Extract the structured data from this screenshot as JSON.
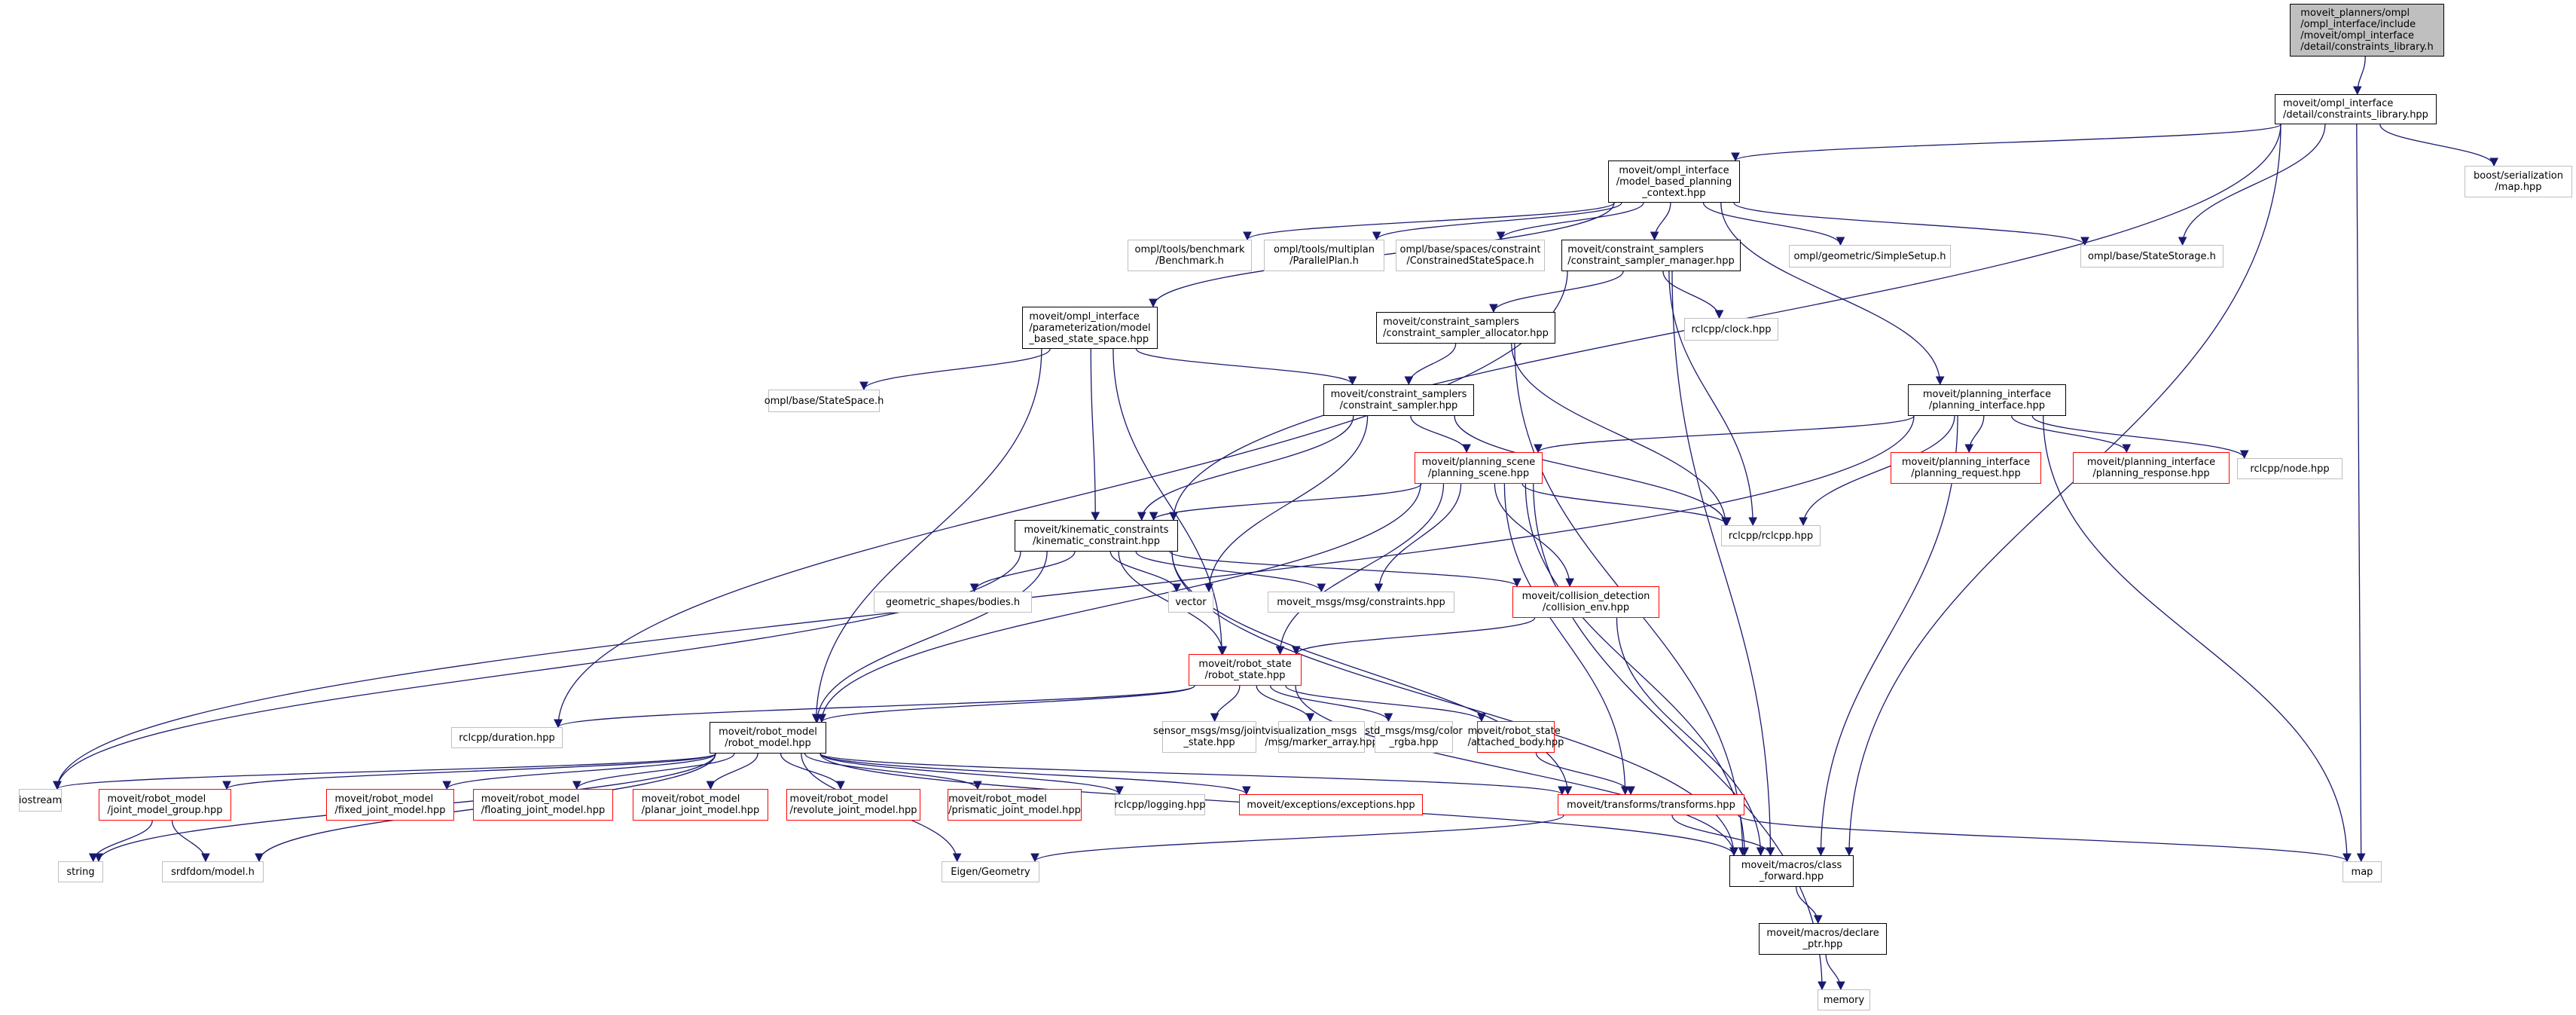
{
  "graph": {
    "title": "Include dependency graph for constraints_library.h",
    "legend_colors": {
      "root_fill": "#bfbfbf",
      "internal_border": "#000000",
      "partial_border": "#ff0000",
      "external_border": "#bfbfbf",
      "edge": "#191970"
    },
    "nodes": [
      {
        "id": "root",
        "kind": "root",
        "label": "moveit_planners/ompl\n/ompl_interface/include\n/moveit/ompl_interface\n/detail/constraints_library.h"
      },
      {
        "id": "constraints_library",
        "kind": "internal",
        "label": "moveit/ompl_interface\n/detail/constraints_library.hpp"
      },
      {
        "id": "boost_map",
        "kind": "external",
        "label": "boost/serialization\n/map.hpp",
        "center": true
      },
      {
        "id": "mbpc",
        "kind": "internal",
        "label": "moveit/ompl_interface\n/model_based_planning\n_context.hpp",
        "center": true
      },
      {
        "id": "benchmark",
        "kind": "external",
        "label": "ompl/tools/benchmark\n/Benchmark.h",
        "center": true
      },
      {
        "id": "parallelplan",
        "kind": "external",
        "label": "ompl/tools/multiplan\n/ParallelPlan.h",
        "center": true
      },
      {
        "id": "constrained_ss",
        "kind": "external",
        "label": "ompl/base/spaces/constraint\n/ConstrainedStateSpace.h",
        "center": true
      },
      {
        "id": "cs_manager",
        "kind": "internal",
        "label": "moveit/constraint_samplers\n/constraint_sampler_manager.hpp"
      },
      {
        "id": "simplesetup",
        "kind": "external",
        "label": "ompl/geometric/SimpleSetup.h"
      },
      {
        "id": "statestorage",
        "kind": "external",
        "label": "ompl/base/StateStorage.h"
      },
      {
        "id": "mbss",
        "kind": "internal",
        "label": "moveit/ompl_interface\n/parameterization/model\n_based_state_space.hpp"
      },
      {
        "id": "cs_allocator",
        "kind": "internal",
        "label": "moveit/constraint_samplers\n/constraint_sampler_allocator.hpp"
      },
      {
        "id": "clock",
        "kind": "external",
        "label": "rclcpp/clock.hpp"
      },
      {
        "id": "statespace",
        "kind": "external",
        "label": "ompl/base/StateSpace.h"
      },
      {
        "id": "cs",
        "kind": "internal",
        "label": "moveit/constraint_samplers\n/constraint_sampler.hpp",
        "center": true
      },
      {
        "id": "planning_interface",
        "kind": "internal",
        "label": "moveit/planning_interface\n/planning_interface.hpp",
        "center": true
      },
      {
        "id": "planning_request",
        "kind": "partial",
        "label": "moveit/planning_interface\n/planning_request.hpp",
        "center": true
      },
      {
        "id": "planning_response",
        "kind": "partial",
        "label": "moveit/planning_interface\n/planning_response.hpp",
        "center": true
      },
      {
        "id": "node",
        "kind": "external",
        "label": "rclcpp/node.hpp"
      },
      {
        "id": "planning_scene",
        "kind": "partial",
        "label": "moveit/planning_scene\n/planning_scene.hpp",
        "center": true
      },
      {
        "id": "rclcpp",
        "kind": "external",
        "label": "rclcpp/rclcpp.hpp"
      },
      {
        "id": "kinematic_constraint",
        "kind": "internal",
        "label": "moveit/kinematic_constraints\n/kinematic_constraint.hpp",
        "center": true
      },
      {
        "id": "bodies",
        "kind": "external",
        "label": "geometric_shapes/bodies.h"
      },
      {
        "id": "vector",
        "kind": "external",
        "label": "vector"
      },
      {
        "id": "constraints_msg",
        "kind": "external",
        "label": "moveit_msgs/msg/constraints.hpp"
      },
      {
        "id": "collision_env",
        "kind": "partial",
        "label": "moveit/collision_detection\n/collision_env.hpp",
        "center": true
      },
      {
        "id": "robot_state",
        "kind": "partial",
        "label": "moveit/robot_state\n/robot_state.hpp",
        "center": true
      },
      {
        "id": "duration",
        "kind": "external",
        "label": "rclcpp/duration.hpp"
      },
      {
        "id": "robot_model",
        "kind": "internal",
        "label": "moveit/robot_model\n/robot_model.hpp",
        "center": true
      },
      {
        "id": "joint_state",
        "kind": "external",
        "label": "sensor_msgs/msg/joint\n_state.hpp",
        "center": true
      },
      {
        "id": "marker_array",
        "kind": "external",
        "label": "visualization_msgs\n/msg/marker_array.hpp"
      },
      {
        "id": "color_rgba",
        "kind": "external",
        "label": "std_msgs/msg/color\n_rgba.hpp",
        "center": true
      },
      {
        "id": "attached_body",
        "kind": "partial",
        "label": "moveit/robot_state\n/attached_body.hpp"
      },
      {
        "id": "iostream",
        "kind": "external",
        "label": "iostream"
      },
      {
        "id": "jmg",
        "kind": "partial",
        "label": "moveit/robot_model\n/joint_model_group.hpp"
      },
      {
        "id": "fixed_joint",
        "kind": "partial",
        "label": "moveit/robot_model\n/fixed_joint_model.hpp"
      },
      {
        "id": "floating_joint",
        "kind": "partial",
        "label": "moveit/robot_model\n/floating_joint_model.hpp"
      },
      {
        "id": "planar_joint",
        "kind": "partial",
        "label": "moveit/robot_model\n/planar_joint_model.hpp"
      },
      {
        "id": "revolute_joint",
        "kind": "partial",
        "label": "moveit/robot_model\n/revolute_joint_model.hpp"
      },
      {
        "id": "prismatic_joint",
        "kind": "partial",
        "label": "moveit/robot_model\n/prismatic_joint_model.hpp"
      },
      {
        "id": "logging",
        "kind": "external",
        "label": "rclcpp/logging.hpp"
      },
      {
        "id": "exceptions",
        "kind": "partial",
        "label": "moveit/exceptions/exceptions.hpp"
      },
      {
        "id": "transforms",
        "kind": "partial",
        "label": "moveit/transforms/transforms.hpp"
      },
      {
        "id": "string",
        "kind": "external",
        "label": "string"
      },
      {
        "id": "srdfdom",
        "kind": "external",
        "label": "srdfdom/model.h"
      },
      {
        "id": "eigen",
        "kind": "external",
        "label": "Eigen/Geometry"
      },
      {
        "id": "class_forward",
        "kind": "internal",
        "label": "moveit/macros/class\n_forward.hpp",
        "center": true
      },
      {
        "id": "map",
        "kind": "external",
        "label": "map"
      },
      {
        "id": "declare_ptr",
        "kind": "internal",
        "label": "moveit/macros/declare\n_ptr.hpp",
        "center": true
      },
      {
        "id": "memory",
        "kind": "external",
        "label": "memory"
      }
    ],
    "edges": [
      [
        "root",
        "constraints_library"
      ],
      [
        "constraints_library",
        "mbpc"
      ],
      [
        "constraints_library",
        "kinematic_constraint"
      ],
      [
        "constraints_library",
        "statestorage"
      ],
      [
        "constraints_library",
        "boost_map"
      ],
      [
        "constraints_library",
        "class_forward"
      ],
      [
        "constraints_library",
        "map"
      ],
      [
        "mbpc",
        "mbss"
      ],
      [
        "mbpc",
        "benchmark"
      ],
      [
        "mbpc",
        "parallelplan"
      ],
      [
        "mbpc",
        "constrained_ss"
      ],
      [
        "mbpc",
        "cs_manager"
      ],
      [
        "mbpc",
        "simplesetup"
      ],
      [
        "mbpc",
        "statestorage"
      ],
      [
        "mbpc",
        "planning_interface"
      ],
      [
        "cs_manager",
        "cs_allocator"
      ],
      [
        "cs_manager",
        "clock"
      ],
      [
        "cs_manager",
        "duration"
      ],
      [
        "cs_manager",
        "rclcpp"
      ],
      [
        "cs_manager",
        "class_forward"
      ],
      [
        "mbss",
        "statespace"
      ],
      [
        "mbss",
        "cs"
      ],
      [
        "mbss",
        "kinematic_constraint"
      ],
      [
        "mbss",
        "robot_state"
      ],
      [
        "mbss",
        "robot_model"
      ],
      [
        "cs_allocator",
        "cs"
      ],
      [
        "cs_allocator",
        "rclcpp"
      ],
      [
        "cs_allocator",
        "class_forward"
      ],
      [
        "cs",
        "planning_scene"
      ],
      [
        "cs",
        "kinematic_constraint"
      ],
      [
        "cs",
        "vector"
      ],
      [
        "cs",
        "rclcpp"
      ],
      [
        "planning_interface",
        "planning_request"
      ],
      [
        "planning_interface",
        "planning_response"
      ],
      [
        "planning_interface",
        "node"
      ],
      [
        "planning_interface",
        "planning_scene"
      ],
      [
        "planning_interface",
        "rclcpp"
      ],
      [
        "planning_interface",
        "class_forward"
      ],
      [
        "planning_interface",
        "map"
      ],
      [
        "planning_interface",
        "iostream"
      ],
      [
        "planning_scene",
        "kinematic_constraint"
      ],
      [
        "planning_scene",
        "robot_model"
      ],
      [
        "planning_scene",
        "robot_state"
      ],
      [
        "planning_scene",
        "collision_env"
      ],
      [
        "planning_scene",
        "constraints_msg"
      ],
      [
        "planning_scene",
        "rclcpp"
      ],
      [
        "planning_scene",
        "transforms"
      ],
      [
        "planning_scene",
        "class_forward"
      ],
      [
        "planning_scene",
        "memory"
      ],
      [
        "kinematic_constraint",
        "bodies"
      ],
      [
        "kinematic_constraint",
        "vector"
      ],
      [
        "kinematic_constraint",
        "constraints_msg"
      ],
      [
        "kinematic_constraint",
        "collision_env"
      ],
      [
        "kinematic_constraint",
        "robot_state"
      ],
      [
        "kinematic_constraint",
        "robot_model"
      ],
      [
        "kinematic_constraint",
        "iostream"
      ],
      [
        "kinematic_constraint",
        "transforms"
      ],
      [
        "kinematic_constraint",
        "class_forward"
      ],
      [
        "collision_env",
        "robot_state"
      ],
      [
        "collision_env",
        "class_forward"
      ],
      [
        "robot_state",
        "duration"
      ],
      [
        "robot_state",
        "robot_model"
      ],
      [
        "robot_state",
        "joint_state"
      ],
      [
        "robot_state",
        "marker_array"
      ],
      [
        "robot_state",
        "color_rgba"
      ],
      [
        "robot_state",
        "attached_body"
      ],
      [
        "robot_state",
        "class_forward"
      ],
      [
        "attached_body",
        "transforms"
      ],
      [
        "robot_model",
        "iostream"
      ],
      [
        "robot_model",
        "string"
      ],
      [
        "robot_model",
        "jmg"
      ],
      [
        "robot_model",
        "srdfdom"
      ],
      [
        "robot_model",
        "fixed_joint"
      ],
      [
        "robot_model",
        "floating_joint"
      ],
      [
        "robot_model",
        "planar_joint"
      ],
      [
        "robot_model",
        "revolute_joint"
      ],
      [
        "robot_model",
        "prismatic_joint"
      ],
      [
        "robot_model",
        "logging"
      ],
      [
        "robot_model",
        "exceptions"
      ],
      [
        "robot_model",
        "eigen"
      ],
      [
        "robot_model",
        "transforms"
      ],
      [
        "robot_model",
        "class_forward"
      ],
      [
        "jmg",
        "string"
      ],
      [
        "jmg",
        "srdfdom"
      ],
      [
        "transforms",
        "eigen"
      ],
      [
        "transforms",
        "class_forward"
      ],
      [
        "transforms",
        "map"
      ],
      [
        "class_forward",
        "declare_ptr"
      ],
      [
        "declare_ptr",
        "memory"
      ]
    ]
  }
}
